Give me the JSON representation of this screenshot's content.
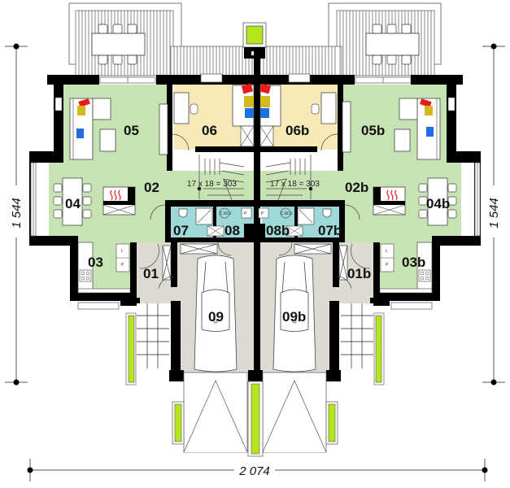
{
  "plan": {
    "title": "Semi-detached house ground floor plan",
    "colors": {
      "living": "#c7e3b3",
      "bedroom": "#f8eab8",
      "bathroom": "#9fd8d8",
      "garage": "#dcdad2",
      "wall": "#000000",
      "accent_lime": "#b5e61d",
      "terrace_line": "#555555"
    },
    "dimensions": {
      "left_height": "1 544",
      "right_height": "1 544",
      "bottom_width": "2 074"
    },
    "stairs": {
      "left": "17 x 18 = 303",
      "right": "17 x 18 = 303"
    },
    "rooms": {
      "r01": "01",
      "r02": "02",
      "r03": "03",
      "r04": "04",
      "r05": "05",
      "r06": "06",
      "r07": "07",
      "r08": "08",
      "r09": "09",
      "r01b": "01b",
      "r02b": "02b",
      "r03b": "03b",
      "r04b": "04b",
      "r05b": "05b",
      "r06b": "06b",
      "r07b": "07b",
      "r08b": "08b",
      "r09b": "09b"
    },
    "fixtures": {
      "boiler": "C.W.U.",
      "p_label": "P",
      "fridge_top": "L",
      "fridge_bottom": "P"
    }
  }
}
